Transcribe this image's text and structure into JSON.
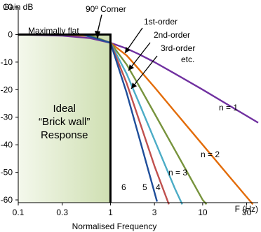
{
  "chart_data": {
    "type": "line",
    "x_scale": "log",
    "xlim": [
      0.1,
      40
    ],
    "ylim": [
      -61,
      10
    ],
    "ylabel": "Gain dB",
    "xlabel": "F (Hz)",
    "x_title": "Normalised Frequency",
    "x_ticks": [
      {
        "value": 0.1,
        "label": "0.1"
      },
      {
        "value": 0.3,
        "label": "0.3"
      },
      {
        "value": 1,
        "label": "1"
      },
      {
        "value": 3,
        "label": "3"
      },
      {
        "value": 10,
        "label": "10"
      },
      {
        "value": 30,
        "label": "30"
      }
    ],
    "y_ticks": [
      {
        "value": 10,
        "label": "10"
      },
      {
        "value": 0,
        "label": "0"
      },
      {
        "value": -10,
        "label": "-10"
      },
      {
        "value": -20,
        "label": "-20"
      },
      {
        "value": -30,
        "label": "-30"
      },
      {
        "value": -40,
        "label": "-40"
      },
      {
        "value": -50,
        "label": "-50"
      },
      {
        "value": -60,
        "label": "-60"
      }
    ],
    "ideal_response": {
      "x_start": 0.1,
      "x_corner": 1,
      "gain_db": 0,
      "fill_color": "#cfdfb2",
      "lines": [
        "Ideal",
        "“Brick wall”",
        "Response"
      ]
    },
    "series": [
      {
        "order": 1,
        "label": "n = 1",
        "color": "#7030a0",
        "x": [
          0.1,
          0.3,
          0.6,
          1,
          1.5,
          2,
          3,
          5,
          10,
          20,
          40
        ],
        "y": [
          0,
          -0.4,
          -1.3,
          -3,
          -5.1,
          -7,
          -10,
          -14.2,
          -20,
          -26,
          -32
        ]
      },
      {
        "order": 2,
        "label": "n = 2",
        "color": "#e36c09",
        "x": [
          0.1,
          0.3,
          0.6,
          1,
          1.5,
          2,
          3,
          5,
          10,
          20,
          35
        ],
        "y": [
          0,
          -0.03,
          -0.5,
          -3,
          -7.6,
          -12.3,
          -19.1,
          -28,
          -40,
          -52,
          -61.8
        ]
      },
      {
        "order": 3,
        "label": "n = 3",
        "color": "#77933c",
        "x": [
          0.1,
          0.3,
          0.6,
          1,
          1.5,
          2,
          3,
          5,
          10,
          11
        ],
        "y": [
          0,
          0,
          -0.2,
          -3,
          -10.9,
          -18.1,
          -28.6,
          -41.9,
          -60,
          -62.5
        ]
      },
      {
        "order": 4,
        "label": "4",
        "color": "#4bacc6",
        "x": [
          0.1,
          0.5,
          1,
          1.5,
          2,
          3,
          5,
          6
        ],
        "y": [
          0,
          -0.02,
          -3,
          -14.3,
          -24.1,
          -38.2,
          -55.9,
          -62.2
        ]
      },
      {
        "order": 5,
        "label": "5",
        "color": "#c0504d",
        "x": [
          0.1,
          0.5,
          1,
          1.5,
          2,
          3,
          4.3
        ],
        "y": [
          0,
          -0.01,
          -3,
          -17.7,
          -30.1,
          -47.7,
          -63.3
        ]
      },
      {
        "order": 6,
        "label": "6",
        "color": "#1f4e9a",
        "x": [
          0.1,
          0.5,
          1,
          1.5,
          2,
          3.2
        ],
        "y": [
          0,
          0,
          -3,
          -21.2,
          -36.1,
          -60.6
        ]
      }
    ],
    "annotations": {
      "corner": "90º Corner",
      "flat": "Maximally flat",
      "first_order": "1st-order",
      "second_order": "2nd-order",
      "third_order": "3rd-order",
      "etc": "etc."
    }
  }
}
